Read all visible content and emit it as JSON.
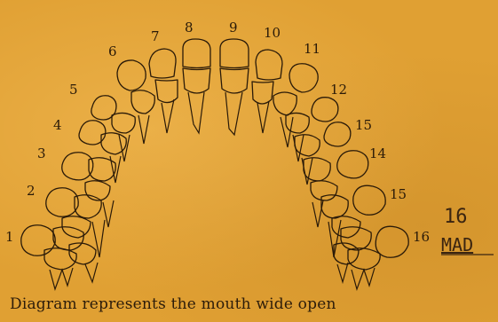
{
  "tooth_numbers_left": [
    "1",
    "2",
    "3",
    "4",
    "5",
    "6",
    "7",
    "8"
  ],
  "tooth_numbers_right": [
    "9",
    "10",
    "11",
    "12",
    "15",
    "14",
    "15",
    "16"
  ],
  "stamp": {
    "number": "16",
    "initials": "MAD"
  },
  "caption": "Diagram represents the mouth wide open",
  "colors": {
    "paper": "#e0a033",
    "ink": "#2a1a08"
  }
}
